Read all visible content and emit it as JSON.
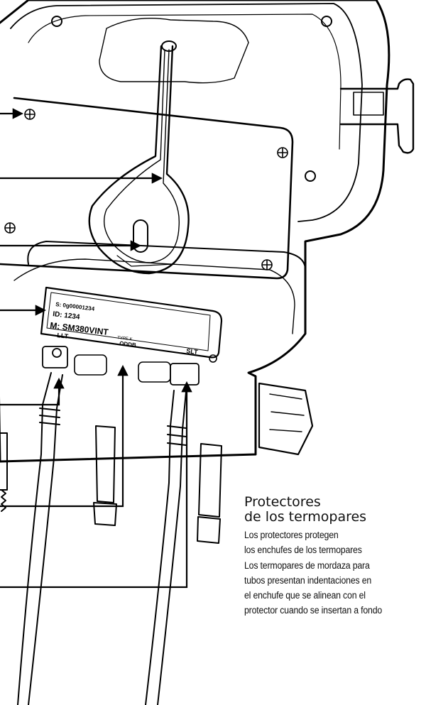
{
  "device": {
    "serial_label": "S: 0g00001234",
    "id_label": "ID: 1234",
    "model_label": "M: SM380VINT",
    "port_left": "LLT",
    "port_right": "SLT",
    "type_label": "TYPE K",
    "type_code": "ODDB"
  },
  "caption": {
    "title_line1": "Protectores",
    "title_line2": "de los termopares",
    "body": [
      "Los protectores protegen",
      "los enchufes de los termopares",
      "Los termopares de mordaza para",
      "tubos presentan indentaciones en",
      "el enchufe que se alinean con el",
      "protector cuando se insertan a fondo"
    ]
  }
}
